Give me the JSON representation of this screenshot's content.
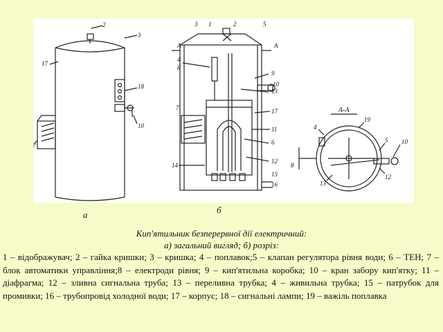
{
  "figure": {
    "view_a_labels": [
      "2",
      "3",
      "17",
      "18",
      "10",
      "7"
    ],
    "view_b_labels": [
      "3",
      "1",
      "2",
      "5",
      "A",
      "A",
      "4",
      "8",
      "9",
      "13",
      "10",
      "7",
      "17",
      "11",
      "6",
      "14",
      "12",
      "15",
      "16"
    ],
    "section_title": "A-A",
    "section_labels": [
      "4",
      "19",
      "5",
      "10",
      "8",
      "13",
      "12"
    ]
  },
  "sublabels": {
    "a": "а",
    "b": "б"
  },
  "caption": {
    "line1": "Кип'ятильник безперервної дії електричний:",
    "line2": "а) загальний вигляд; б) розріз:"
  },
  "legend": "1 – відображувач; 2 – гайка кришки; 3 – кришка; 4 – поплавок;5 – клапан регулятора рівня води; 6 – ТЕН; 7 – блок автоматики управління;8 – електроди рівня; 9 – кип'ятильна коробка; 10 – кран забору кип'ятку; 11 – діафрагма; 12 – зливна сигнальна труба; 13 – переливна трубка; 4 – живильна трубка; 15 – патрубок для промивки; 16 – трубопровід холодної води; 17 – корпус; 18 – сигнальні лампи; 19 – важіль поплавка"
}
